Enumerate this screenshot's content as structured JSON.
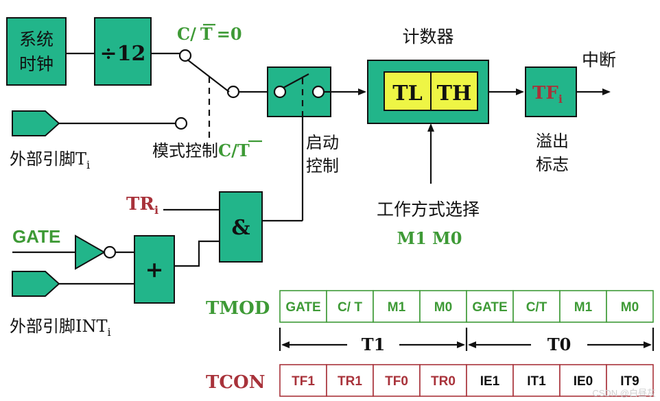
{
  "blocks": {
    "sys_clock": [
      "系统",
      "时钟"
    ],
    "divider": "÷12",
    "counter_title": "计数器",
    "tl": "TL",
    "th": "TH",
    "tf": "TF",
    "tf_sub": "i",
    "and_gate": "&",
    "or_gate": "+"
  },
  "labels": {
    "ct0_prefix": "C/",
    "ct0_t": "T",
    "ct0_suffix": "=0",
    "ext_pin_t": "外部引脚T",
    "ext_pin_t_sub": "i",
    "mode_ctrl": "模式控制",
    "mode_ctrl_ct_prefix": "C/",
    "mode_ctrl_ct_t": "T",
    "start_ctrl": [
      "启动",
      "控制"
    ],
    "interrupt": "中断",
    "overflow_flag": [
      "溢出",
      "标志"
    ],
    "work_mode_select": "工作方式选择",
    "m1m0": "M1 M0",
    "tr": "TR",
    "tr_sub": "i",
    "gate": "GATE",
    "ext_pin_int": "外部引脚INT",
    "ext_pin_int_sub": "i"
  },
  "registers": {
    "tmod": {
      "name": "TMOD",
      "bits": [
        "GATE",
        "C/ T",
        "M1",
        "M0",
        "GATE",
        "C/T",
        "M1",
        "M0"
      ],
      "t1_label": "T1",
      "t0_label": "T0"
    },
    "tcon": {
      "name": "TCON",
      "bits": [
        "TF1",
        "TR1",
        "TF0",
        "TR0",
        "IE1",
        "IT1",
        "IE0",
        "IT9"
      ]
    }
  },
  "watermark": "CSDN @白昼灰",
  "colors": {
    "block_fill": "#22b58a",
    "counter_cell": "#eef545",
    "green": "#3e9a36",
    "red": "#a8323a"
  }
}
